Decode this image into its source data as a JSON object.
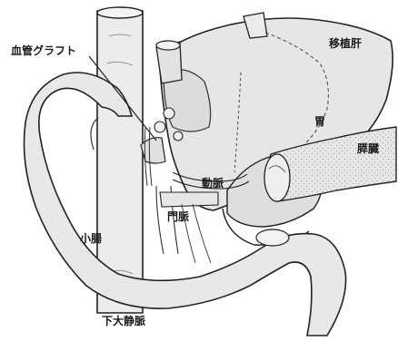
{
  "labels": {
    "vascular_graft": "血管グラフト",
    "transplanted_liver": "移植肝",
    "stomach": "胃",
    "pancreas": "膵臓",
    "artery": "動脈",
    "portal_vein": "門脈",
    "small_intestine": "小腸",
    "inferior_vena_cava": "下大静脈"
  },
  "colors": {
    "organ_fill": "#e4e4e4",
    "organ_dark": "#cfcfcf",
    "outline": "#222222",
    "background": "#ffffff"
  }
}
